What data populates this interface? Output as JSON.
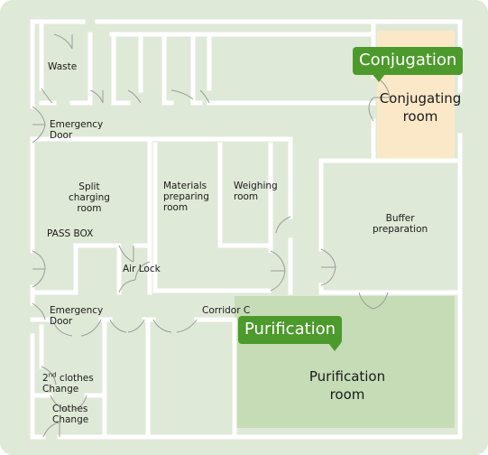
{
  "plan": {
    "colors": {
      "background": "#dfe9d7",
      "wall": "#ffffff",
      "conjugation_room": "#fbe8c8",
      "purification_room": "#c5dcb6",
      "badge": "#4d9a2c",
      "door_line": "#9c9c9c"
    },
    "labels": {
      "waste": "Waste",
      "emergency_door_top": "Emergency\nDoor",
      "split_charging": "Split\ncharging\nroom",
      "pass_box": "PASS BOX",
      "air_lock": "Air Lock",
      "materials_preparing": "Materials\npreparing\nroom",
      "weighing": "Weighing\nroom",
      "buffer_preparation": "Buffer\npreparation",
      "conjugating_room": "Conjugating\nroom",
      "corridor_c": "Corridor C",
      "emergency_door_bottom": "Emergency\nDoor",
      "second_clothes_num": "2",
      "second_clothes_sup": "nd",
      "second_clothes_rest": " clothes",
      "second_clothes_change": "Change",
      "clothes_change": "Clothes\nChange",
      "purification_room": "Purification\nroom"
    },
    "badges": {
      "conjugation": "Conjugation",
      "purification": "Purification"
    }
  }
}
